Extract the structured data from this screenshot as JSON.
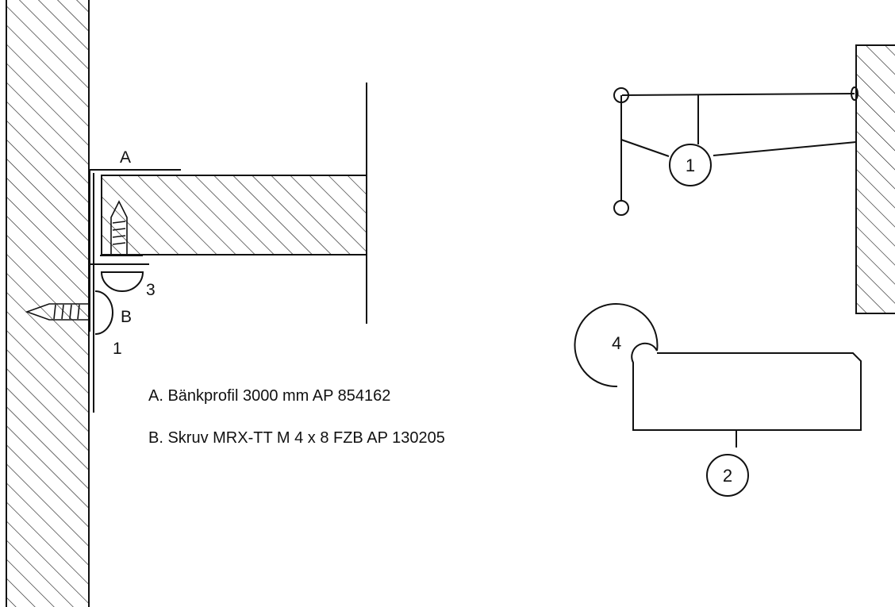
{
  "labels": {
    "A": "A",
    "B": "B",
    "n1_left": "1",
    "n3": "3",
    "n4": "4",
    "circle1": "1",
    "circle2": "2"
  },
  "specs": {
    "a": "A. Bänkprofil 3000 mm AP 854162",
    "b": "B. Skruv MRX-TT M 4 x 8 FZB AP 130205"
  },
  "colors": {
    "ink": "#111111",
    "background": "#ffffff"
  }
}
